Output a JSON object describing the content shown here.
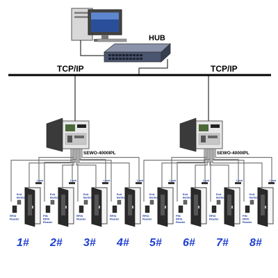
{
  "hub": {
    "label": "HUB"
  },
  "network": {
    "left_label": "TCP/IP",
    "right_label": "TCP/IP"
  },
  "controllers": [
    {
      "model": "SEWO-4000IPL"
    },
    {
      "model": "SEWO-4000IPL"
    }
  ],
  "door_labels": {
    "lock": "Lock",
    "exit_button": "Exit\nButton",
    "rfid_reader": "RFID\nReader",
    "pin_rfid_reader": "PIN\nRFID\nReader"
  },
  "doors": [
    {
      "number": "1#",
      "reader": "rfid_reader"
    },
    {
      "number": "2#",
      "reader": "pin_rfid_reader"
    },
    {
      "number": "3#",
      "reader": "rfid_reader"
    },
    {
      "number": "4#",
      "reader": "rfid_reader"
    },
    {
      "number": "5#",
      "reader": "rfid_reader"
    },
    {
      "number": "6#",
      "reader": "pin_rfid_reader"
    },
    {
      "number": "7#",
      "reader": "rfid_reader"
    },
    {
      "number": "8#",
      "reader": "pin_rfid_reader"
    }
  ],
  "colors": {
    "bus": "#000000",
    "cable": "#777777",
    "door_number": "#1f3fd0",
    "small_label": "#1a3a9a",
    "door_frame": "#444444",
    "door_body": "#2a2a2a",
    "hub_body": "#4a5570"
  }
}
